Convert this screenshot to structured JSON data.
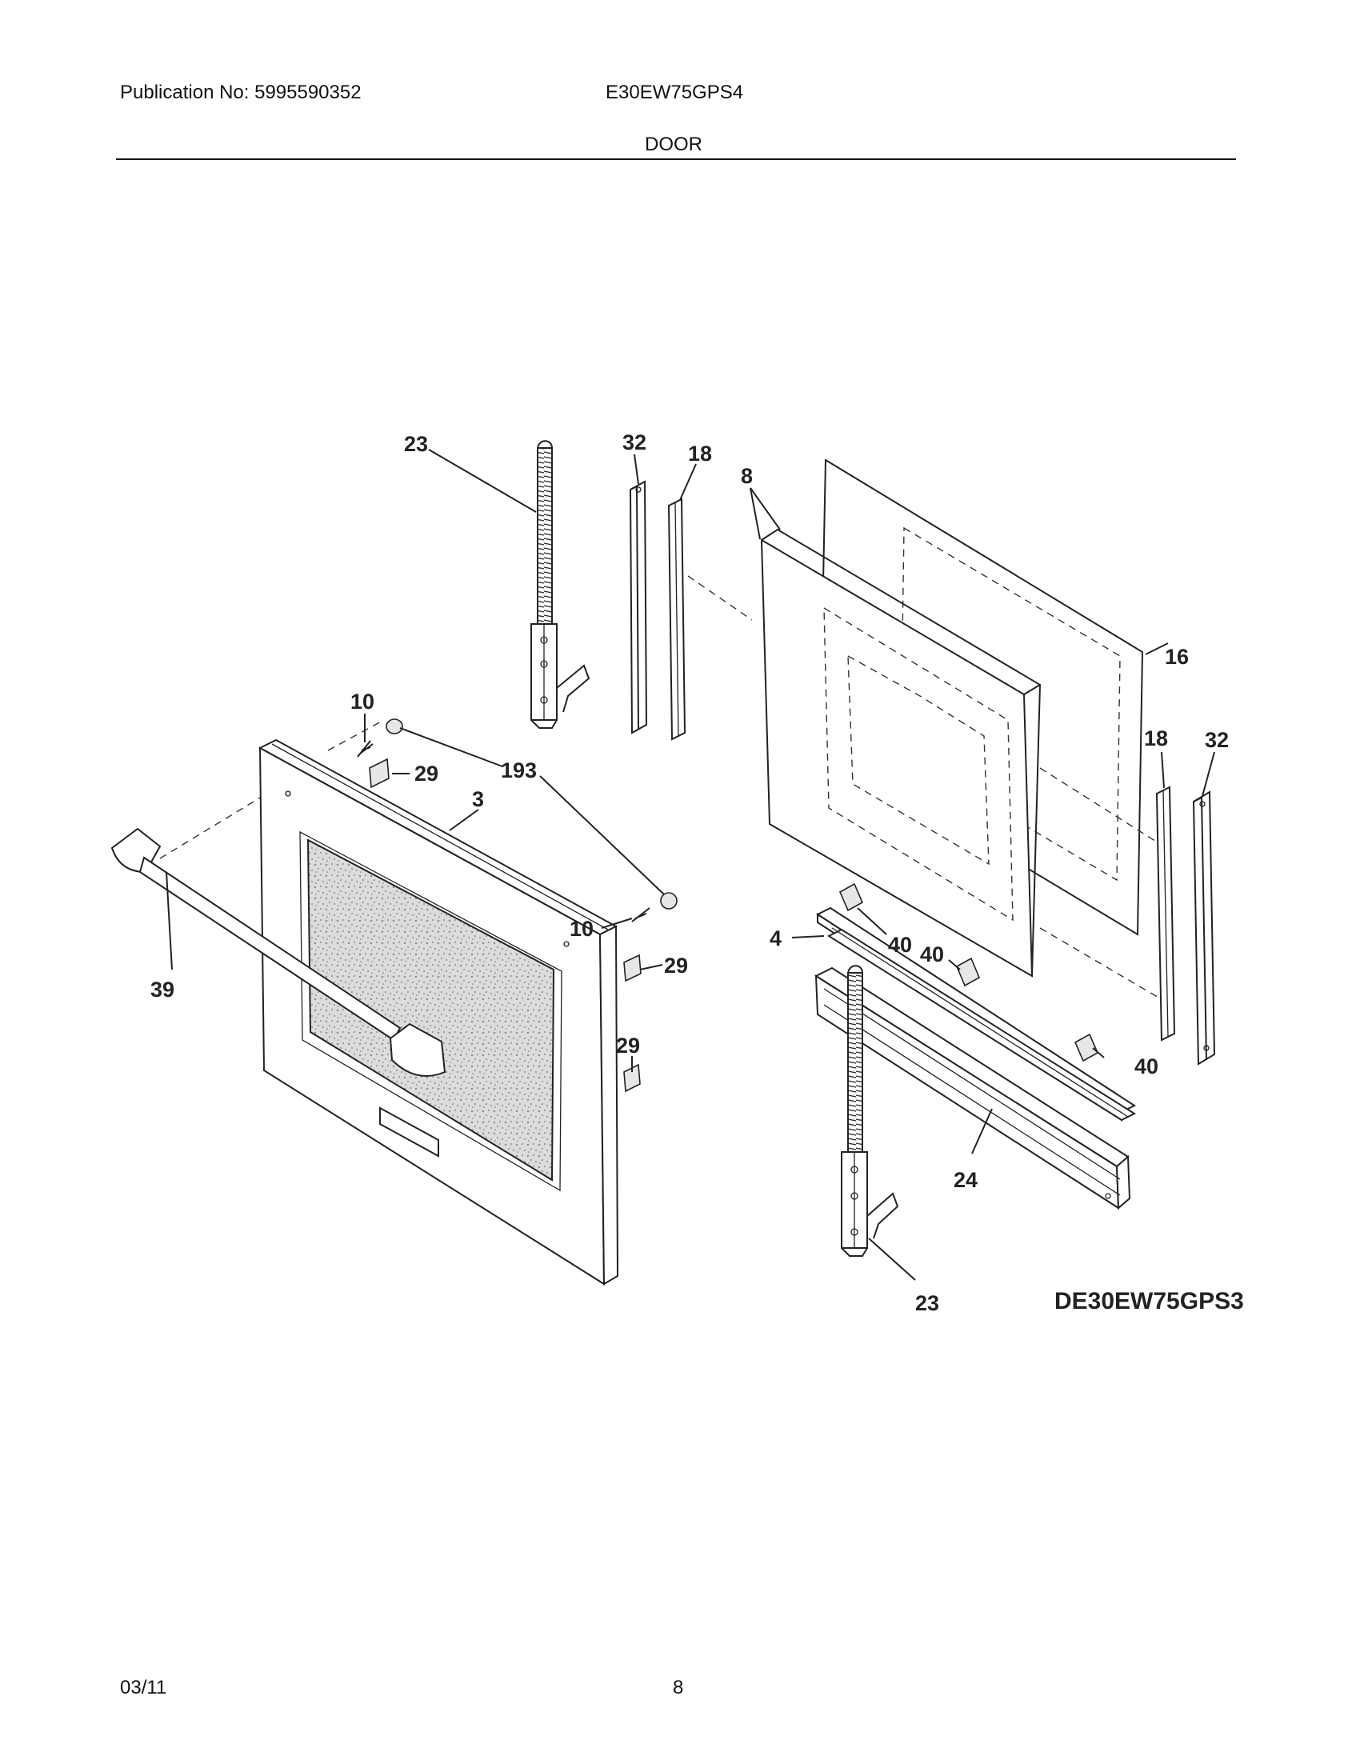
{
  "header": {
    "publication": "Publication No: 5995590352",
    "model": "E30EW75GPS4",
    "section_title": "DOOR"
  },
  "footer": {
    "date": "03/11",
    "page_number": "8"
  },
  "diagram": {
    "drawing_code": "DE30EW75GPS3",
    "callouts": {
      "c23_top": "23",
      "c32_left": "32",
      "c18_left": "18",
      "c8": "8",
      "c16": "16",
      "c18_right": "18",
      "c32_right": "32",
      "c10_top": "10",
      "c193": "193",
      "c29_top": "29",
      "c3": "3",
      "c10_mid": "10",
      "c39": "39",
      "c29_mid": "29",
      "c29_low": "29",
      "c4": "4",
      "c40_a": "40",
      "c40_b": "40",
      "c40_c": "40",
      "c24": "24",
      "c23_bottom": "23"
    }
  }
}
